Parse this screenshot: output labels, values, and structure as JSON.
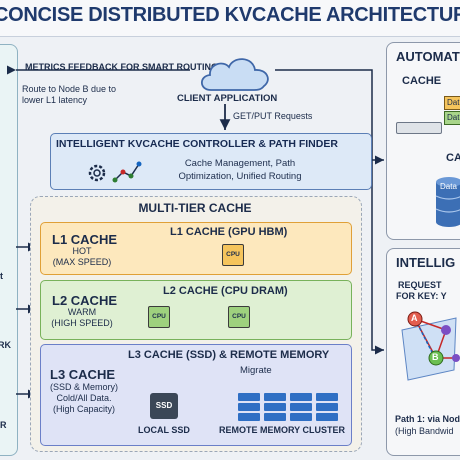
{
  "title": "CONCISE DISTRIBUTED KVCACHE ARCHITECTURE",
  "client": {
    "feedback_label": "METRICS FEEDBACK FOR SMART ROUTING",
    "route_note_line1": "Route to Node B due to",
    "route_note_line2": "lower L1 latency",
    "client_label": "CLIENT APPLICATION",
    "requests_label": "GET/PUT Requests"
  },
  "controller": {
    "title": "INTELLIGENT KVCACHE CONTROLLER & PATH FINDER",
    "sub_line1": "Cache Management, Path",
    "sub_line2": "Optimization, Unified Routing"
  },
  "multi_tier": {
    "title": "MULTI-TIER CACHE",
    "l1": {
      "name": "L1 CACHE",
      "desc_line1": "HOT",
      "desc_line2": "(MAX SPEED)",
      "header": "L1 CACHE (GPU HBM)",
      "chip": "CPU"
    },
    "l2": {
      "name": "L2 CACHE",
      "desc_line1": "WARM",
      "desc_line2": "(HIGH SPEED)",
      "header": "L2 CACHE (CPU DRAM)",
      "chip1": "CPU",
      "chip2": "CPU"
    },
    "l3": {
      "name": "L3 CACHE",
      "desc_line1": "(SSD & Memory)",
      "desc_line2": "Cold/All Data.",
      "desc_line3": "(High Capacity)",
      "header": "L3 CACHE (SSD) & REMOTE MEMORY",
      "migrate": "Migrate",
      "ssd_icon_text": "SSD",
      "ssd_label": "LOCAL SSD",
      "remote_label": "REMOTE MEMORY CLUSTER"
    }
  },
  "left_edge": {
    "t1": "t",
    "t2": "RK",
    "t3": "R"
  },
  "automation_panel": {
    "title": "AUTOMATI",
    "cache_label": "CACHE",
    "data_tag1": "Dat",
    "data_tag2": "Dat",
    "ca_label": "CA",
    "db_tag": "Data"
  },
  "intelligence_panel": {
    "title": "INTELLIG",
    "request_line1": "REQUEST",
    "request_line2": "FOR KEY: Y",
    "node_a": "A",
    "node_b": "B",
    "path_line1": "Path 1: via Nod",
    "path_line2": "(High Bandwid"
  },
  "colors": {
    "l1_fill": "#fde8bd",
    "l2_fill": "#dff0d3",
    "l3_fill": "#dfe3f6",
    "controller_fill": "#dde9f7",
    "title_color": "#1f3a6d"
  }
}
